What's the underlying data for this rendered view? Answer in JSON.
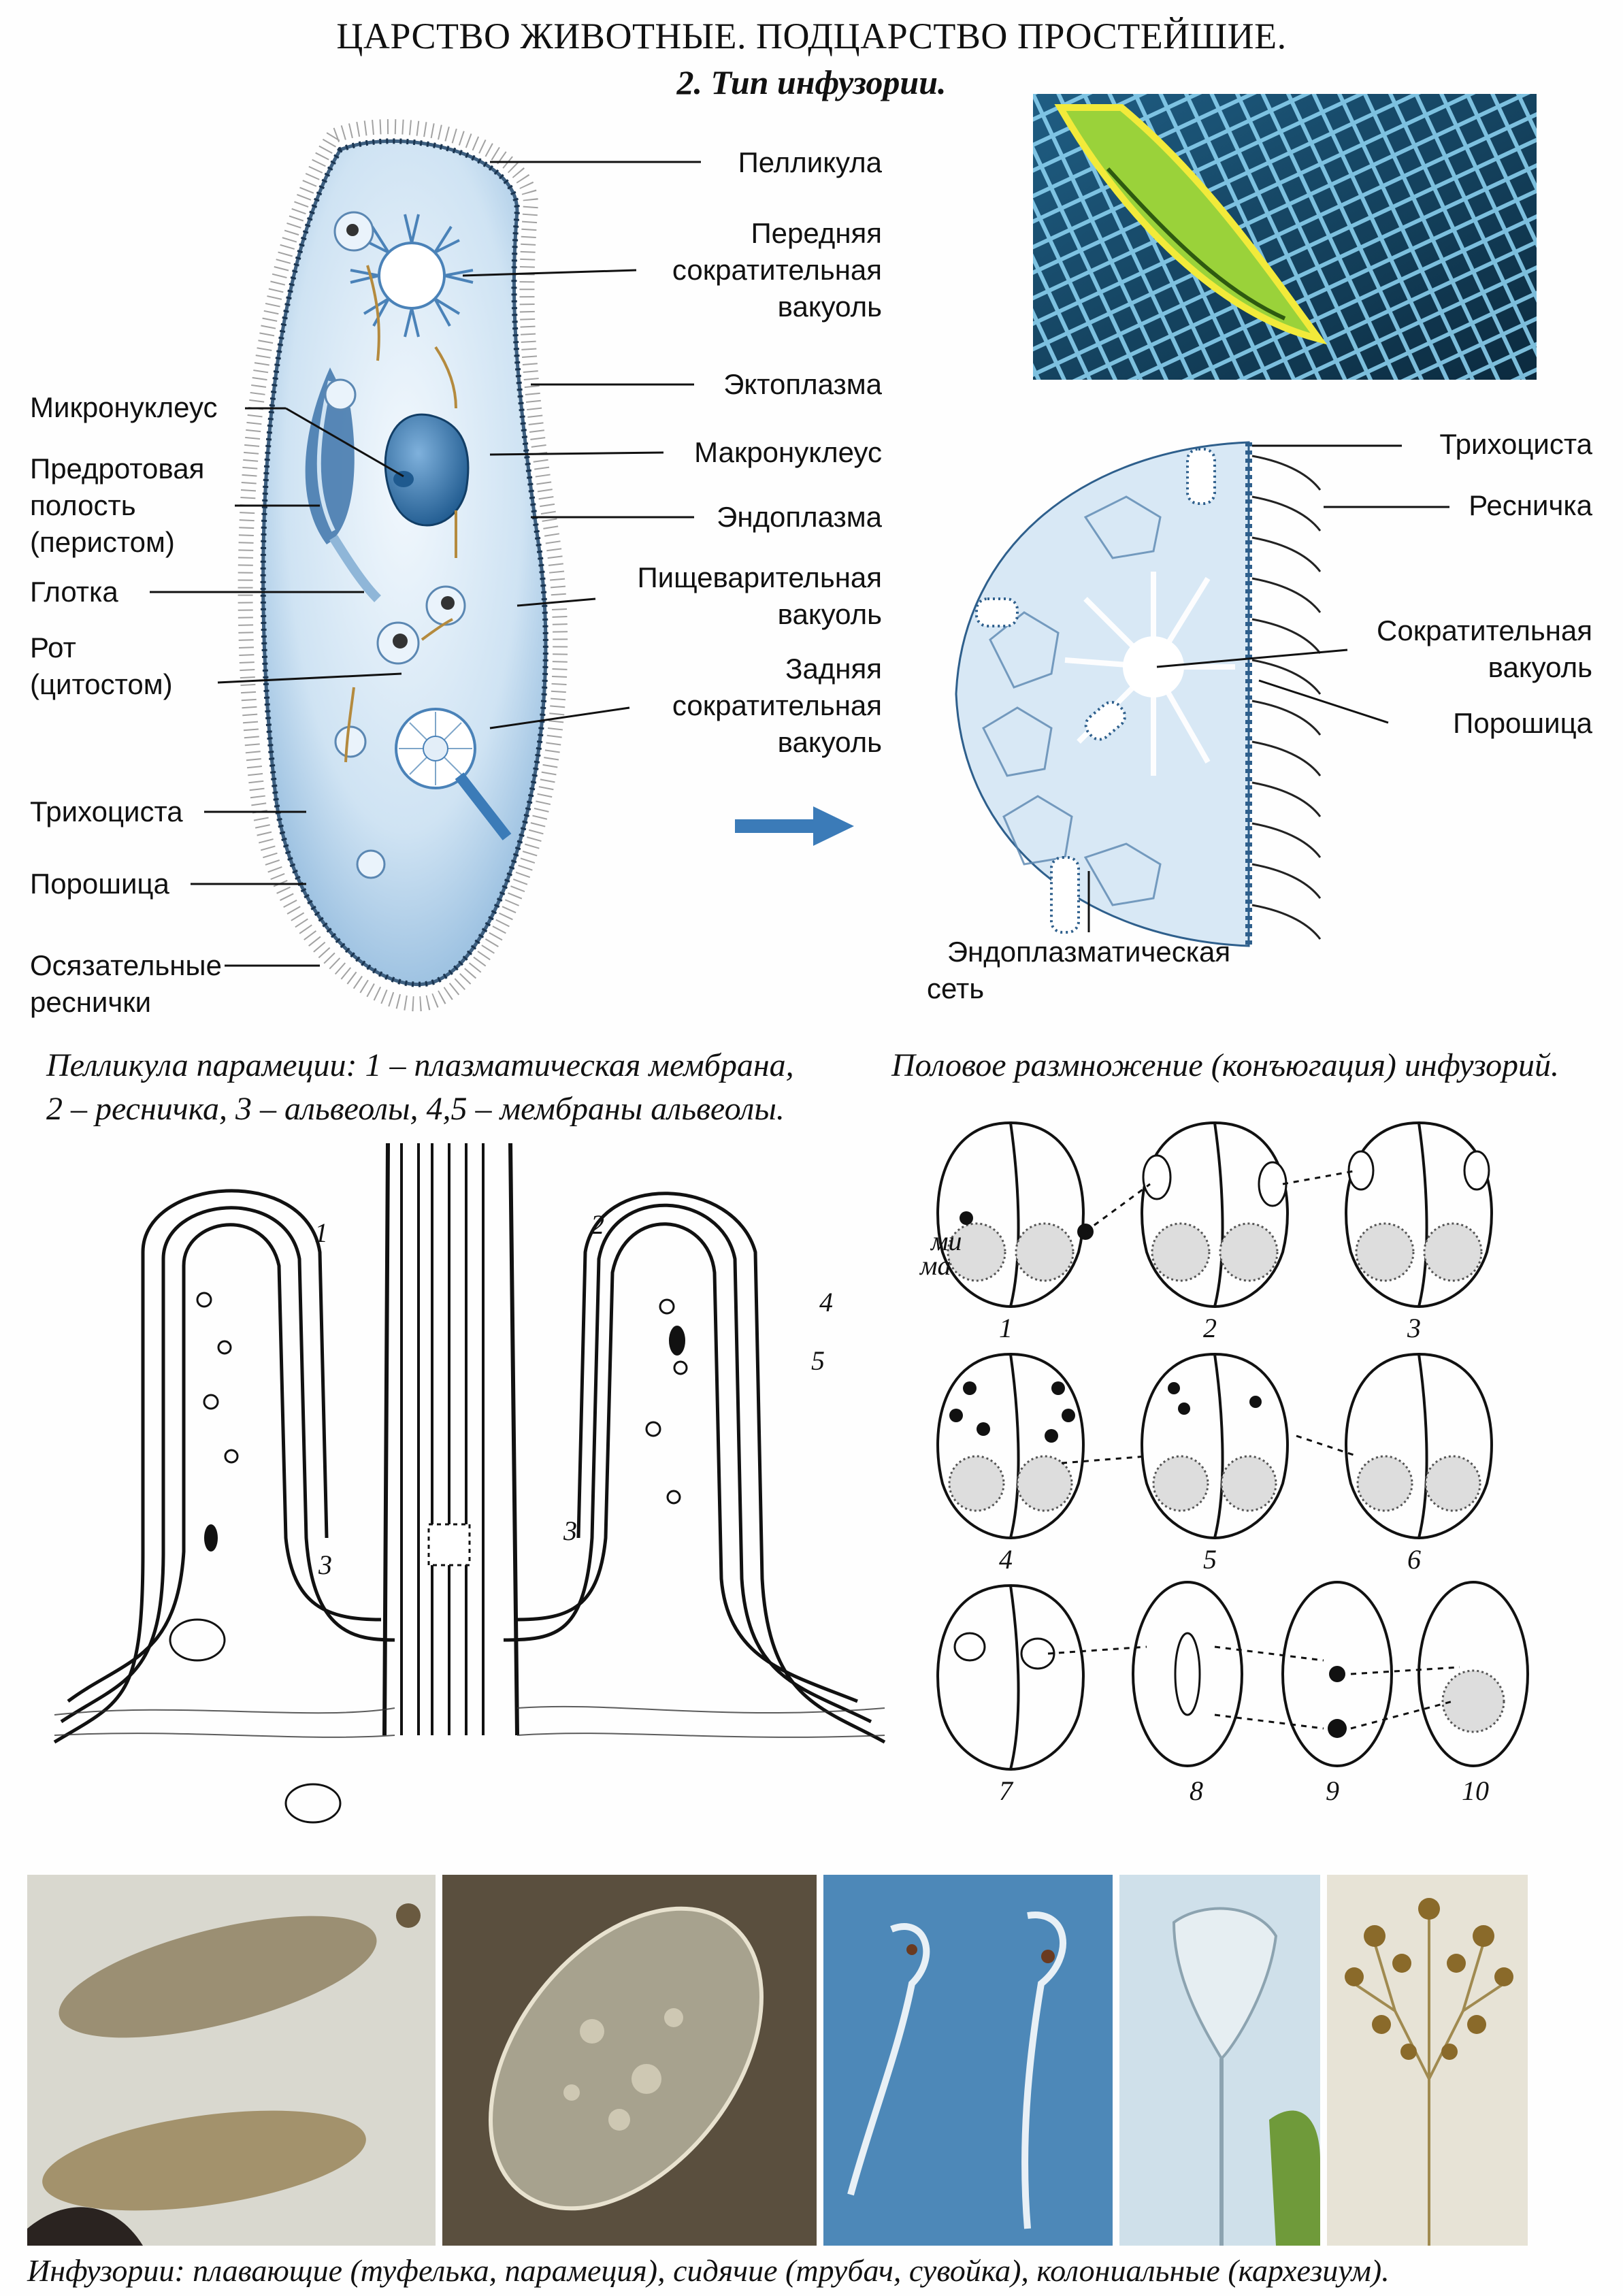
{
  "header": {
    "title": "ЦАРСТВО ЖИВОТНЫЕ. ПОДЦАРСТВО ПРОСТЕЙШИЕ.",
    "subtitle": "2. Тип инфузории."
  },
  "paramecium": {
    "labels_left": {
      "micronucleus": "Микронуклеус",
      "peristome": [
        "Предротовая",
        "полость",
        "(перистом)"
      ],
      "pharynx": "Глотка",
      "mouth": [
        "Рот",
        "(цитостом)"
      ],
      "trichocyst": "Трихоциста",
      "powder": "Порошица",
      "tactile_cilia": [
        "Осязательные",
        "реснички"
      ]
    },
    "labels_right": {
      "pellicle": "Пелликула",
      "front_vacuole": [
        "Передняя",
        "сократительная",
        "вакуоль"
      ],
      "ectoplasm": "Эктоплазма",
      "macronucleus": "Макронуклеус",
      "endoplasm": "Эндоплазма",
      "digestive_vacuole": [
        "Пищеварительная",
        "вакуоль"
      ],
      "rear_vacuole": [
        "Задняя",
        "сократительная",
        "вакуоль"
      ]
    }
  },
  "detail": {
    "trichocyst": "Трихоциста",
    "cilium": "Ресничка",
    "contractile_vacuole": [
      "Сократительная",
      "вакуоль"
    ],
    "powder": "Порошица",
    "er": [
      "Эндоплазматическая",
      "сеть"
    ]
  },
  "captions": {
    "pellicle_1": "Пелликула парамеции: 1 – плазматическая мембрана,",
    "pellicle_2": "2 – ресничка, 3 – альвеолы, 4,5 – мембраны альвеолы.",
    "conjugation": "Половое размножение (конъюгация) инфузорий.",
    "bottom": "Инфузории: плавающие (туфелька, парамеция), сидячие (трубач, сувойка), колониальные (кархезиум)."
  },
  "pellicle_numbers": [
    "1",
    "2",
    "3",
    "3",
    "4",
    "5"
  ],
  "conjugation": {
    "stages": [
      "1",
      "2",
      "3",
      "4",
      "5",
      "6",
      "7",
      "8",
      "9",
      "10"
    ],
    "mi": "ми",
    "ma": "ма"
  },
  "colors": {
    "cell_blue": "#cfe3f3",
    "nucleus_blue": "#2f6fa6",
    "arrow_blue": "#3b7bb8",
    "photo_green": "#9ad23a",
    "photo_cyan": "#4aa8d8"
  }
}
